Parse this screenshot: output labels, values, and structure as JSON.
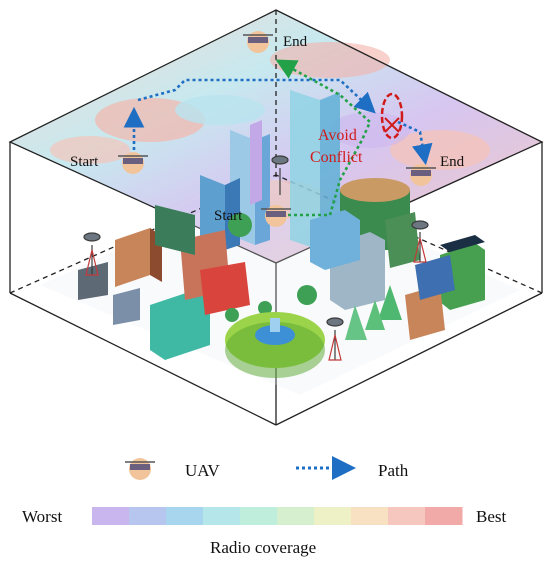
{
  "labels": {
    "start_top": "Start",
    "end_top": "End",
    "end_right": "End",
    "start_mid": "Start",
    "avoid_line1": "Avoid",
    "avoid_line2": "Conflict"
  },
  "legend": {
    "uav": "UAV",
    "path": "Path"
  },
  "colorbar": {
    "worst": "Worst",
    "best": "Best",
    "title": "Radio coverage",
    "colors": [
      "#c9b6ef",
      "#b6c6ef",
      "#a9d6ef",
      "#b4e6ea",
      "#bfeedd",
      "#d6f0cf",
      "#eef0c6",
      "#f8e0c2",
      "#f6c7bf",
      "#f2aaa8"
    ]
  },
  "colors": {
    "path": "#1e6fc4",
    "path_green": "#23a148",
    "conflict": "#d11a1a",
    "uav_disc": "#f2c49b",
    "box_edge": "#222222"
  },
  "icons": [
    "uav-icon",
    "tower-icon",
    "fountain-icon",
    "tree-icon",
    "building-icon"
  ]
}
